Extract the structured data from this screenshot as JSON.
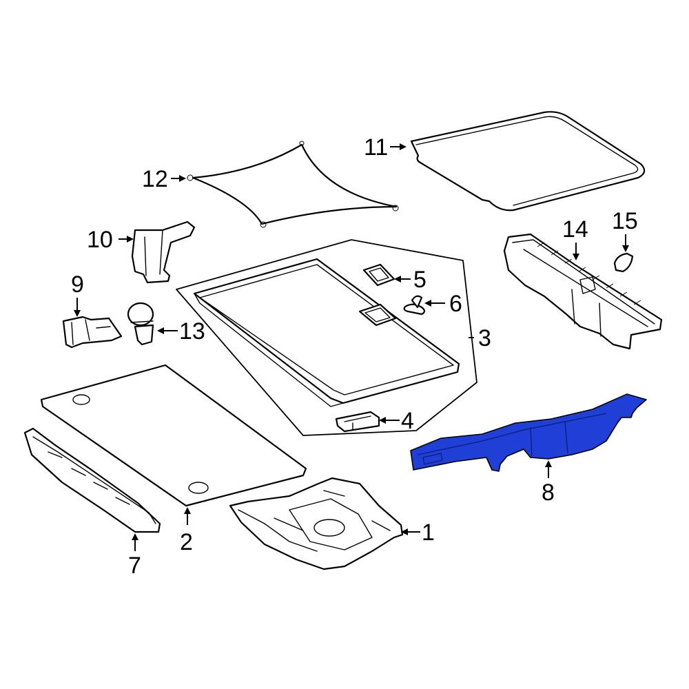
{
  "diagram": {
    "highlight_color": "#1f3fd6",
    "line_color": "#000000",
    "background": "#ffffff",
    "highlighted_part": "8",
    "callouts": [
      {
        "id": "1",
        "label": "1"
      },
      {
        "id": "2",
        "label": "2"
      },
      {
        "id": "3",
        "label": "3"
      },
      {
        "id": "4",
        "label": "4"
      },
      {
        "id": "5",
        "label": "5"
      },
      {
        "id": "6",
        "label": "6"
      },
      {
        "id": "7",
        "label": "7"
      },
      {
        "id": "8",
        "label": "8"
      },
      {
        "id": "9",
        "label": "9"
      },
      {
        "id": "10",
        "label": "10"
      },
      {
        "id": "11",
        "label": "11"
      },
      {
        "id": "12",
        "label": "12"
      },
      {
        "id": "13",
        "label": "13"
      },
      {
        "id": "14",
        "label": "14"
      },
      {
        "id": "15",
        "label": "15"
      }
    ]
  }
}
